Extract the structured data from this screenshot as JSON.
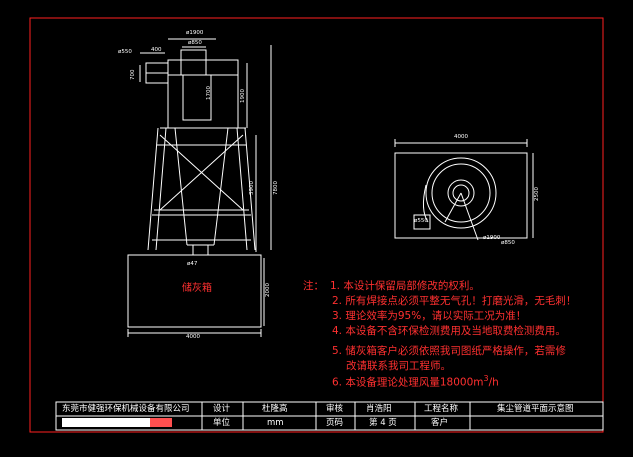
{
  "colors": {
    "background": "#000000",
    "frame": "#ff2020",
    "line": "#ffffff",
    "note": "#ff3030",
    "green": "#40ff40",
    "blue": "#4060ff"
  },
  "drawing": {
    "top_dims": {
      "d1900": "ø1900",
      "d850": "ø850",
      "d550": "ø550",
      "n400": "400",
      "n700": "700",
      "n1700": "1700",
      "n1900": "1900",
      "n3900": "3900",
      "n7800": "7800",
      "n2000": "2000",
      "d47": "ø47"
    },
    "storage_label": "储灰箱",
    "width_left": "4000",
    "width_right": "4000",
    "right_height": "2500",
    "right_d1900": "ø1900",
    "right_d850": "ø850",
    "right_small": "ø550"
  },
  "notes": {
    "prefix": "注：",
    "items": [
      "1. 本设计保留局部修改的权利。",
      "2. 所有焊接点必须平整无气孔！打磨光滑，无毛刺！",
      "3. 理论效率为95%，请以实际工况为准！",
      "4. 本设备不含环保检测费用及当地取费检测费用。",
      "5. 储灰箱客户必须依照我司图纸严格操作，若需修",
      "改请联系我司工程师。"
    ],
    "last_prefix": "6. 本设备理论处理风量18000m",
    "last_sup": "3",
    "last_suffix": "/h"
  },
  "titleblock": {
    "company": "东莞市健强环保机械设备有限公司",
    "design_label": "设计",
    "designer": "杜隆高",
    "review_label": "审核",
    "reviewer": "肖浩阳",
    "project_label": "工程名称",
    "drawing_title": "集尘管道平面示意图",
    "unit_label": "单位",
    "unit": "mm",
    "page_label": "页码",
    "page": "第 4 页",
    "client_label": "客户"
  }
}
